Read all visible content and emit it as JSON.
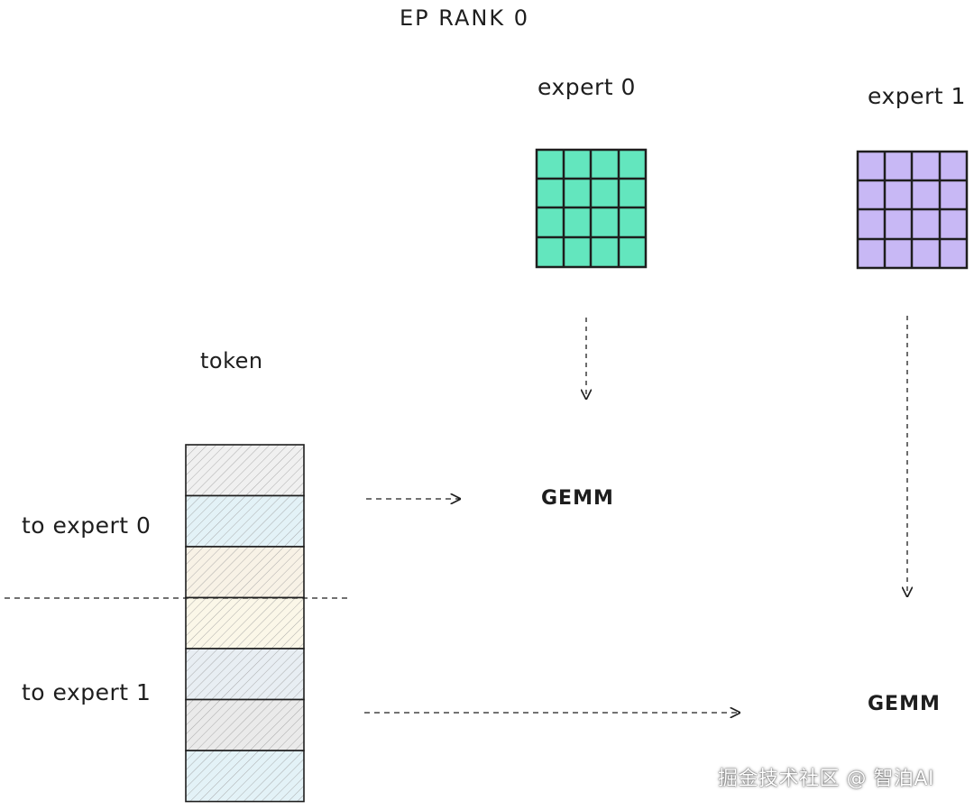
{
  "title": "EP RANK 0",
  "experts": [
    {
      "label": "expert 0",
      "color": "#63e6be"
    },
    {
      "label": "expert 1",
      "color": "#c8b8f5"
    }
  ],
  "token_label": "token",
  "groups": {
    "to_expert_0": "to expert 0",
    "to_expert_1": "to expert 1"
  },
  "gemm_labels": [
    "GEMM",
    "GEMM"
  ],
  "token_fills": [
    "#f0f0f0",
    "#e3f2f7",
    "#f8f2e6",
    "#fbf7e8",
    "#e8eef3",
    "#eaeaea",
    "#e3f2f7"
  ],
  "watermark": "掘金技术社区 @ 智泊AI"
}
